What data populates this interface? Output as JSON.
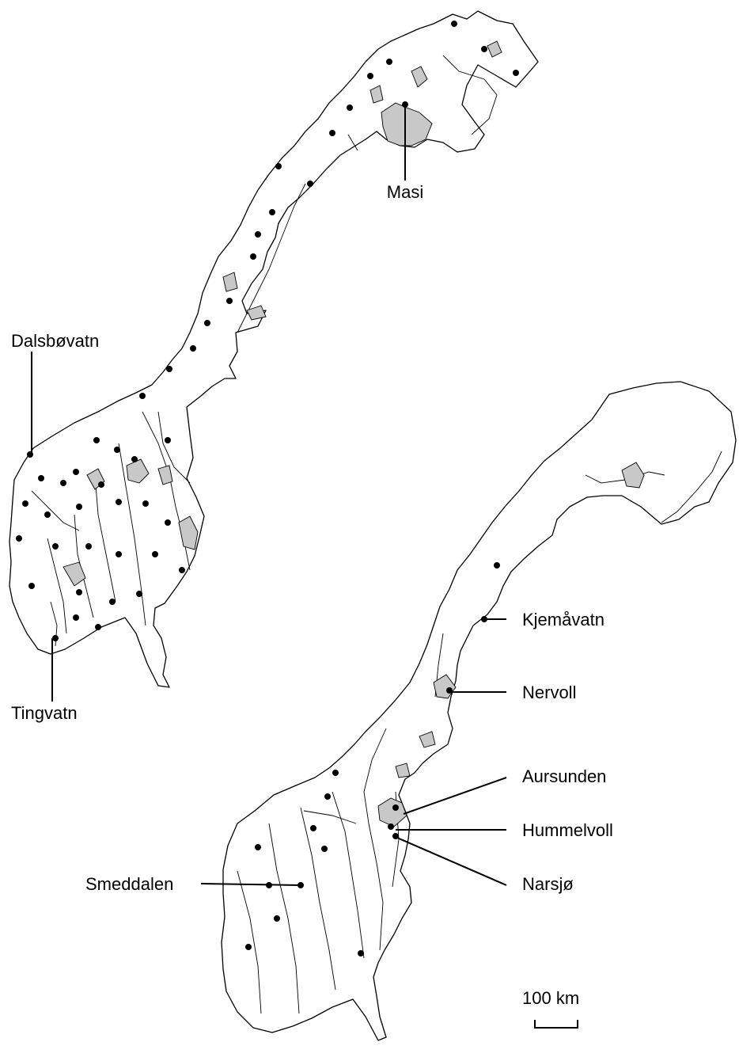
{
  "labels": {
    "masi": "Masi",
    "dalsbovatn": "Dalsbøvatn",
    "tingvatn": "Tingvatn",
    "kjemavatn": "Kjemåvatn",
    "nervoll": "Nervoll",
    "aursunden": "Aursunden",
    "hummelvoll": "Hummelvoll",
    "narsjo": "Narsjø",
    "smeddalen": "Smeddalen"
  },
  "scale": {
    "label": "100 km"
  },
  "colors": {
    "basin_fill": "#c8c8c8",
    "outline": "#000000",
    "site": "#000000"
  }
}
